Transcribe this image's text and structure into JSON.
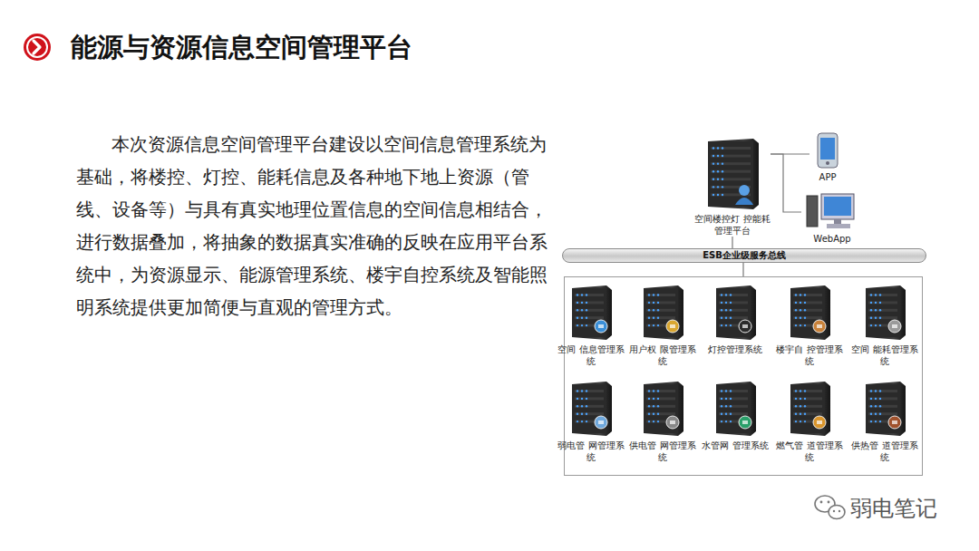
{
  "diagram": {
    "title": "能源与资源信息空间管理平台",
    "nodes": [
      {
        "text": [
          "空间楼控灯 控能耗管理平台"
        ]
      },
      {
        "text": [
          "APP"
        ]
      },
      {
        "text": [
          "WebApp"
        ]
      },
      {
        "text": [
          "ESB企业级服务总线"
        ]
      },
      {
        "text": [
          "空间 信息管理系统"
        ]
      },
      {
        "text": [
          "用户权 限管理系统"
        ]
      },
      {
        "text": [
          "灯控管理系统"
        ]
      },
      {
        "text": [
          "楼宇自 控管理系统"
        ]
      },
      {
        "text": [
          "空间 能耗管理系统"
        ]
      },
      {
        "text": [
          "弱电管 网管理系统"
        ]
      },
      {
        "text": [
          "供电管 网管理系统"
        ]
      },
      {
        "text": [
          "水管网 管理系统"
        ]
      },
      {
        "text": [
          "燃气管 道管理系统"
        ]
      },
      {
        "text": [
          "供热管 道管理系统"
        ]
      }
    ],
    "edges": [
      {
        "from": 0,
        "to": 1,
        "arrow": "none"
      },
      {
        "from": 0,
        "to": 2,
        "arrow": "none"
      },
      {
        "from": 0,
        "to": 3,
        "arrow": "none"
      }
    ],
    "labels": [
      "本次资源信息空间管理平台建设以空间信息管理系统为基础，将楼控、灯控、能耗信息及各种地下地上资源（管线、设备等）与具有真实地理位置信息的空间信息相结合，进行数据叠加，将抽象的数据真实准确的反映在应用平台系统中，为资源显示、能源管理系统、楼宇自控系统及智能照明系统提供更加简便与直观的管理方式。",
      "弱电笔记"
    ]
  }
}
